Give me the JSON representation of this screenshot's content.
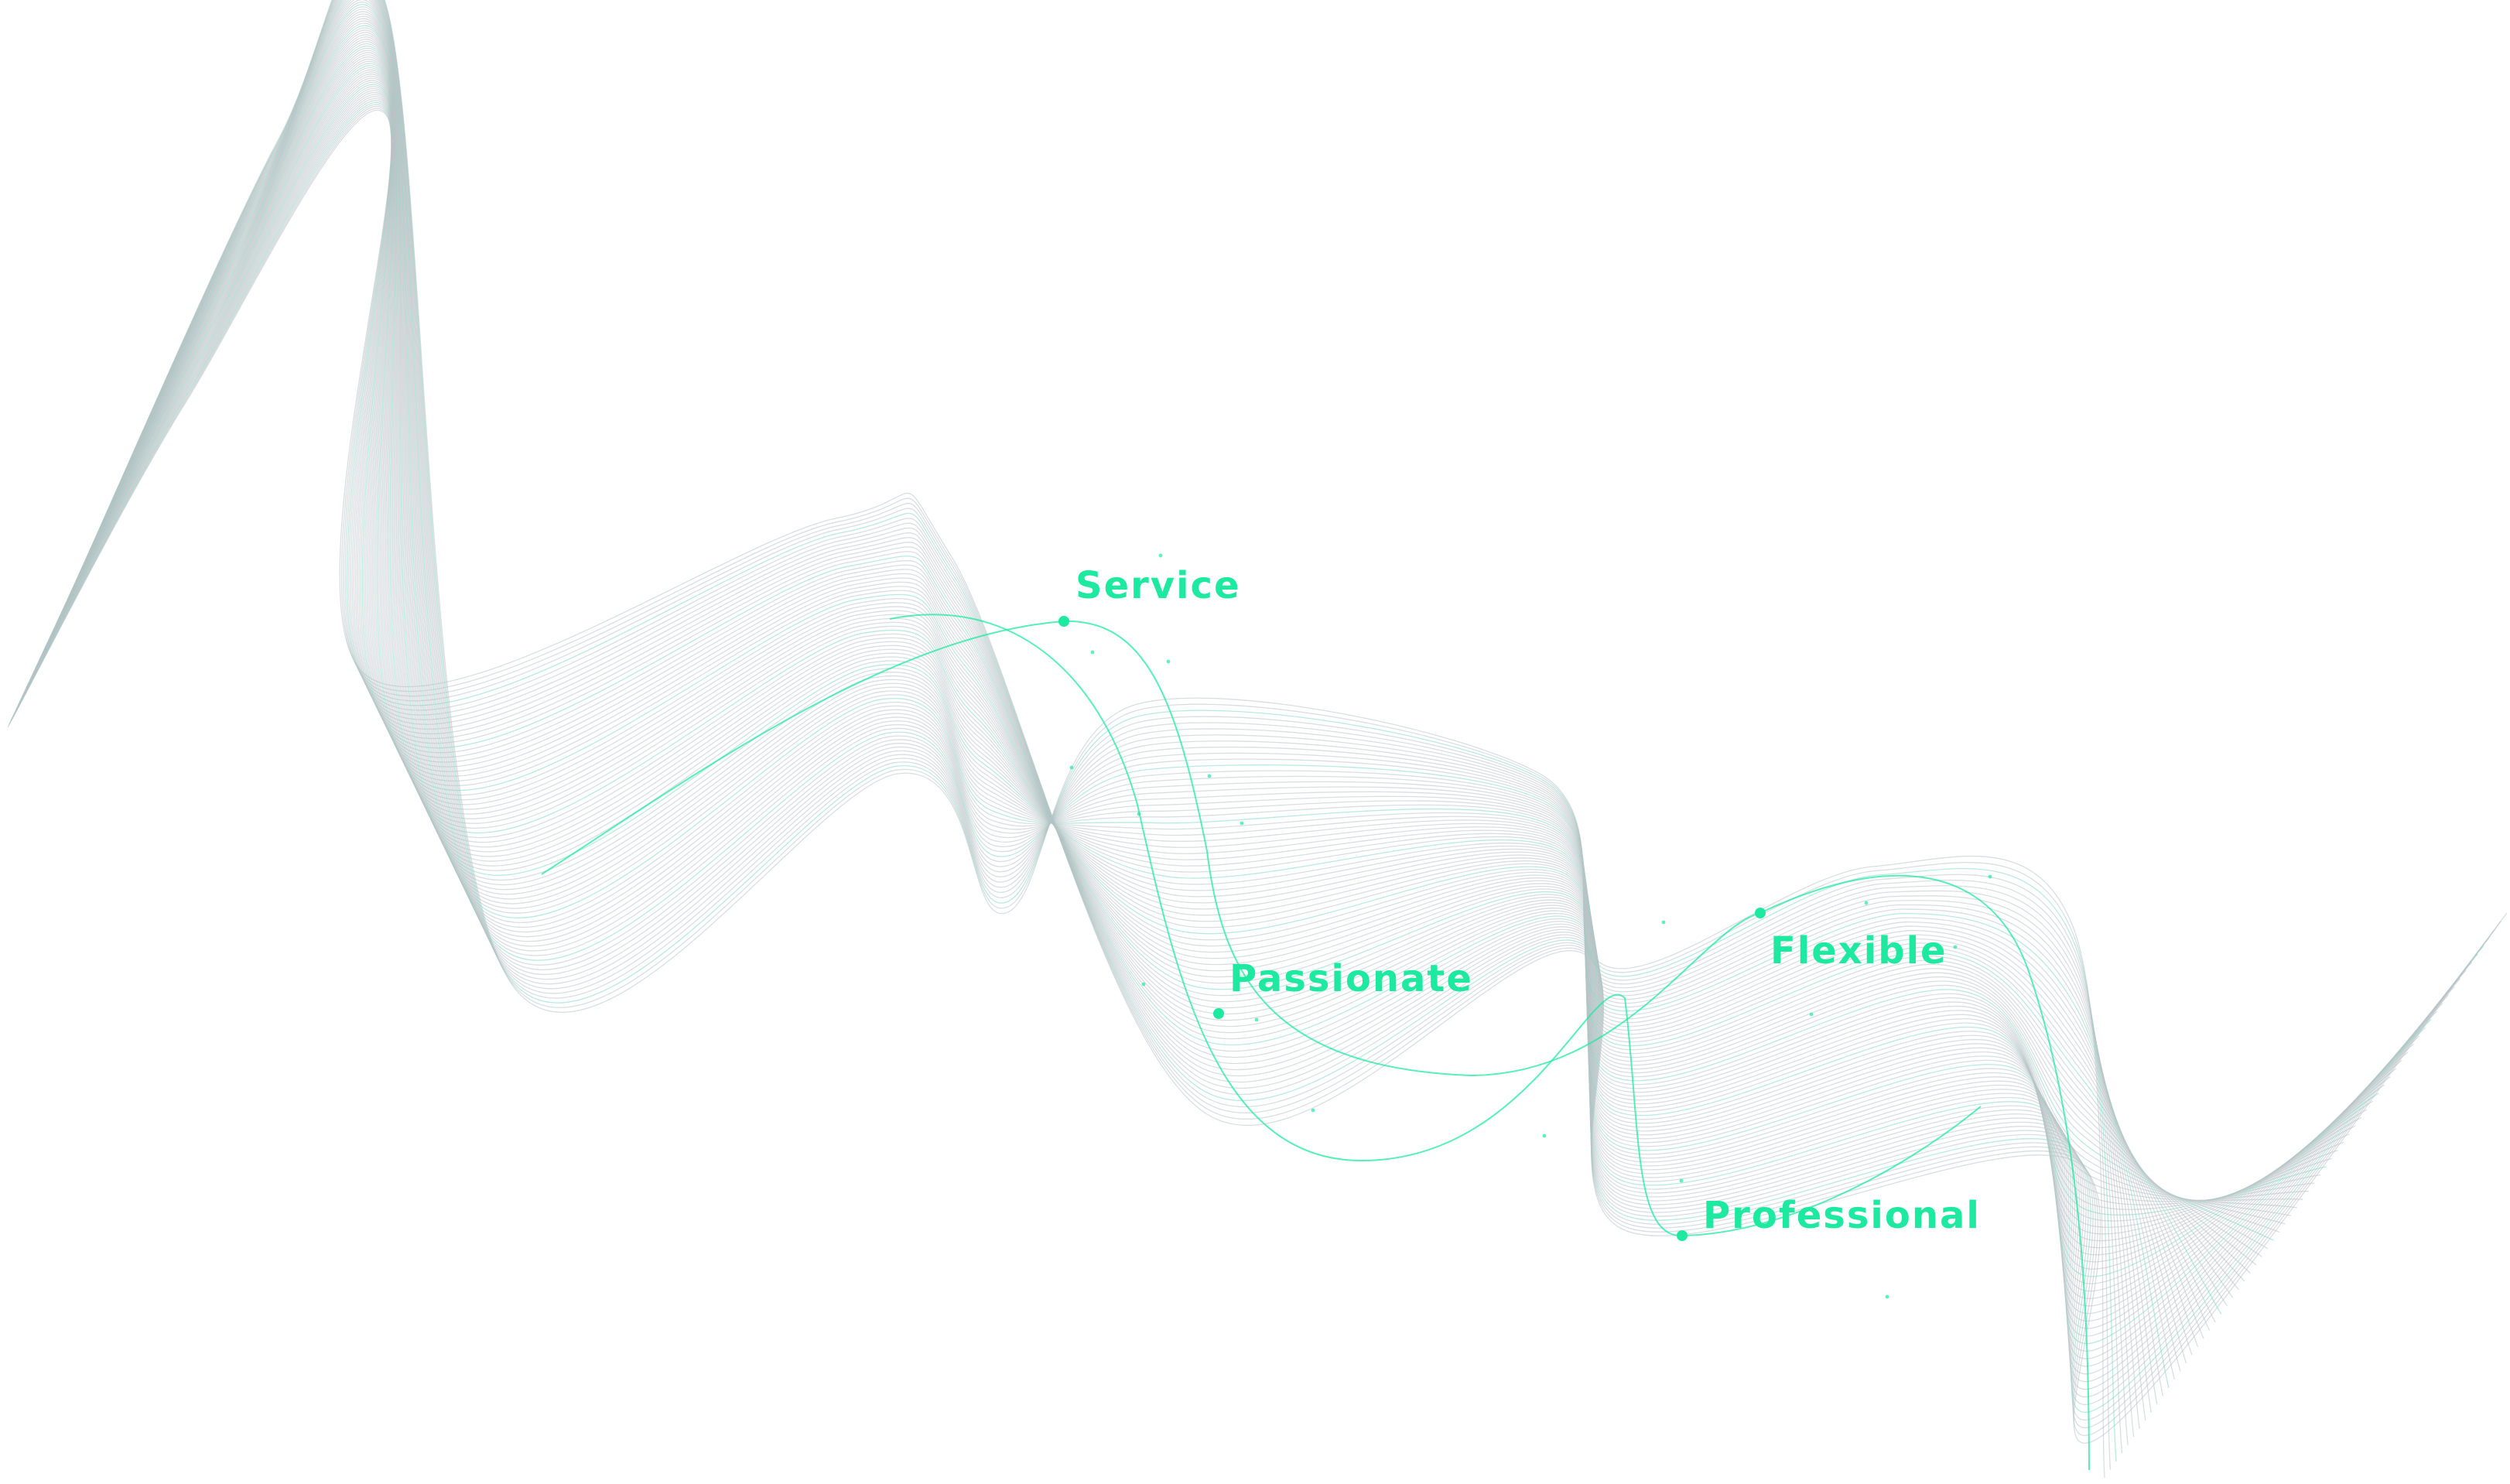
{
  "keywords": {
    "service": "Service",
    "passionate": "Passionate",
    "flexible": "Flexible",
    "professional": "Professional"
  },
  "colors": {
    "accent": "#1de9a0",
    "line_grey": "#b9c3c7",
    "line_teal": "#7fd9c0"
  }
}
